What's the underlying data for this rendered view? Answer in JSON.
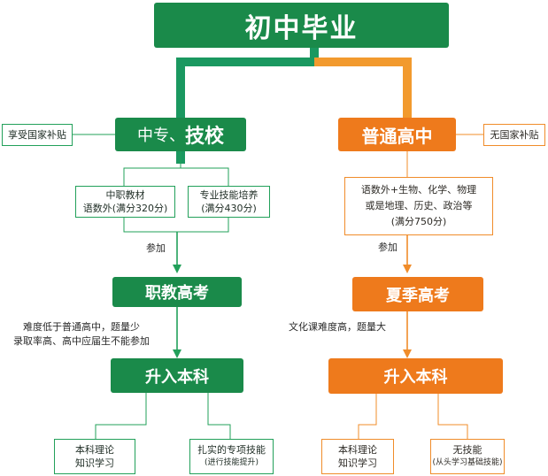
{
  "colors": {
    "green": "#1a8a4a",
    "green_line": "#22a05a",
    "orange": "#ee7a1c",
    "orange_line": "#f08c2a"
  },
  "root": {
    "label": "初中毕业"
  },
  "left": {
    "branch": {
      "prefix": "中专、",
      "emphasis": "技校"
    },
    "subsidy_note": "享受国家补贴",
    "note_a": {
      "line1": "中职教材",
      "line2": "语数外(满分320分)"
    },
    "note_b": {
      "line1": "专业技能培养",
      "line2": "(满分430分)"
    },
    "participate_label": "参加",
    "exam": "职教高考",
    "difficulty": {
      "line1": "难度低于普通高中，题量少",
      "line2": "录取率高、高中应届生不能参加"
    },
    "admit": "升入本科",
    "outcome_a": {
      "line1": "本科理论",
      "line2": "知识学习"
    },
    "outcome_b": {
      "line1": "扎实的专项技能",
      "line2": "(进行技能提升)"
    }
  },
  "right": {
    "branch": "普通高中",
    "subsidy_note": "无国家补贴",
    "subjects": {
      "line1": "语数外+生物、化学、物理",
      "line2": "或是地理、历史、政治等",
      "line3": "(满分750分)"
    },
    "participate_label": "参加",
    "exam": "夏季高考",
    "difficulty": "文化课难度高，题量大",
    "admit": "升入本科",
    "outcome_a": {
      "line1": "本科理论",
      "line2": "知识学习"
    },
    "outcome_b": {
      "line1": "无技能",
      "line2": "(从头学习基础技能)"
    }
  }
}
